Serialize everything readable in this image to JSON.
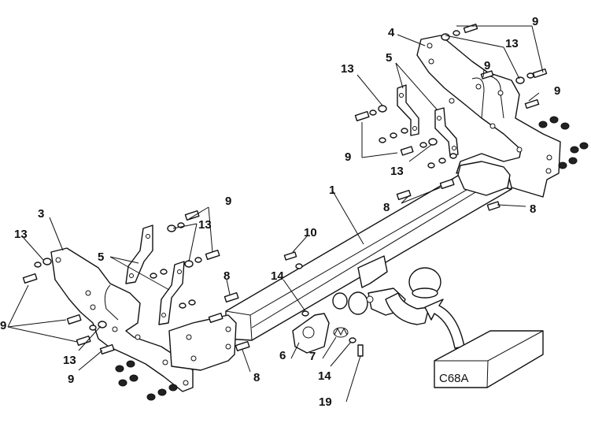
{
  "callouts": {
    "c1": "1",
    "c3": "3",
    "c4": "4",
    "c5a": "5",
    "c5b": "5",
    "c6": "6",
    "c7": "7",
    "c8a": "8",
    "c8b": "8",
    "c8c": "8",
    "c8d": "8",
    "c9a": "9",
    "c9b": "9",
    "c9c": "9",
    "c9d": "9",
    "c9e": "9",
    "c9f": "9",
    "c9g": "9",
    "c10": "10",
    "c13a": "13",
    "c13b": "13",
    "c13c": "13",
    "c13d": "13",
    "c13e": "13",
    "c13f": "13",
    "c14a": "14",
    "c14b": "14",
    "c19": "19"
  },
  "code_label": "C68A",
  "colors": {
    "line": "#111111",
    "fill": "#ffffff",
    "box_fill": "#ffffff"
  }
}
